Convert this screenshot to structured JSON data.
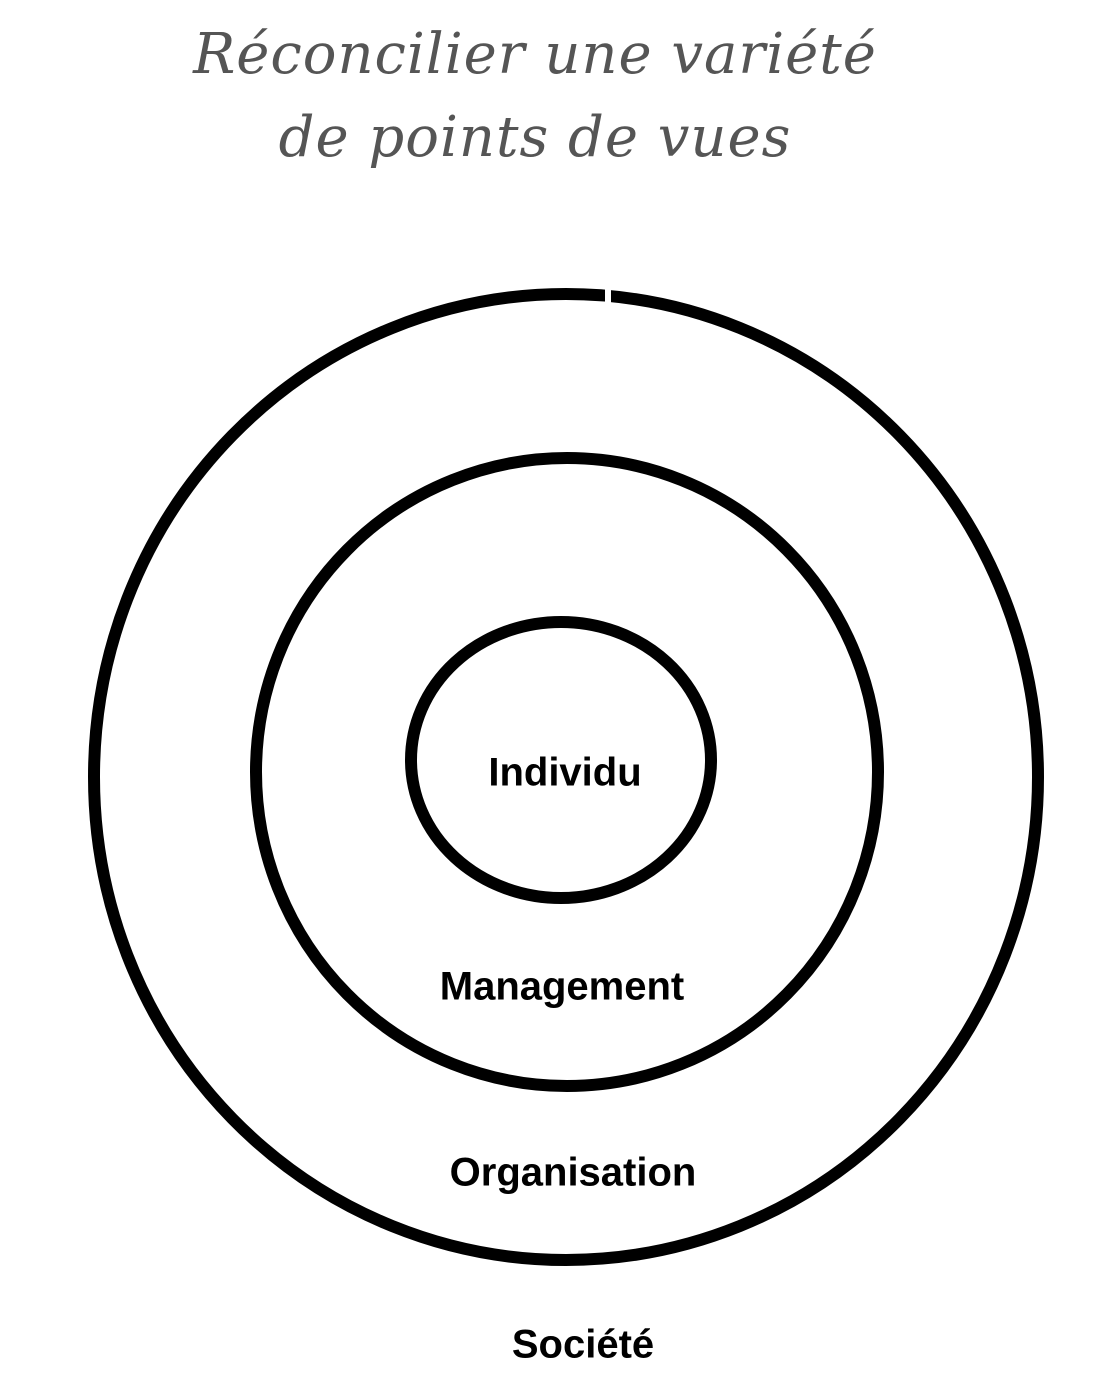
{
  "title": {
    "line1": "Réconcilier une variété",
    "line2": "de points de vues"
  },
  "rings": [
    {
      "label": "Individu"
    },
    {
      "label": "Management"
    },
    {
      "label": "Organisation"
    },
    {
      "label": "Société"
    }
  ],
  "colors": {
    "title": "#555555",
    "stroke": "#000000"
  }
}
